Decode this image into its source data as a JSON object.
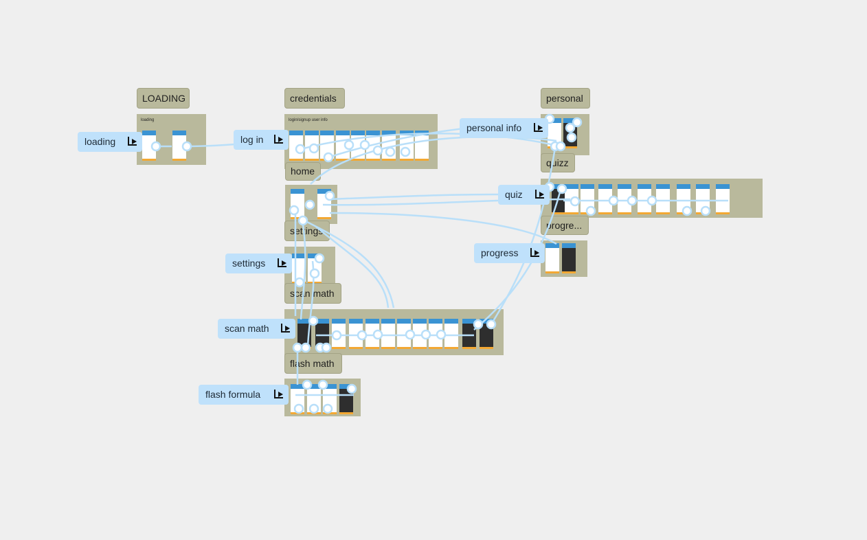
{
  "sections": [
    {
      "id": "loading",
      "label": "LOADING",
      "frame_title": "loading"
    },
    {
      "id": "credentials",
      "label": "credentials",
      "frame_title": "login/signup user info"
    },
    {
      "id": "home",
      "label": "home"
    },
    {
      "id": "settings",
      "label": "settings"
    },
    {
      "id": "scan-math",
      "label": "scan math"
    },
    {
      "id": "flash-math",
      "label": "flash math"
    },
    {
      "id": "personal",
      "label": "personal"
    },
    {
      "id": "quizz",
      "label": "quizz"
    },
    {
      "id": "progress",
      "label": "progre..."
    }
  ],
  "flows": [
    {
      "label": "loading"
    },
    {
      "label": "log in"
    },
    {
      "label": "personal info"
    },
    {
      "label": "quiz"
    },
    {
      "label": "progress"
    },
    {
      "label": "settings"
    },
    {
      "label": "scan math"
    },
    {
      "label": "flash formula"
    }
  ],
  "colors": {
    "canvas": "#efefef",
    "section": "#b9b99c",
    "flow": "#bfe1fb",
    "wire": "#b9dff9"
  }
}
